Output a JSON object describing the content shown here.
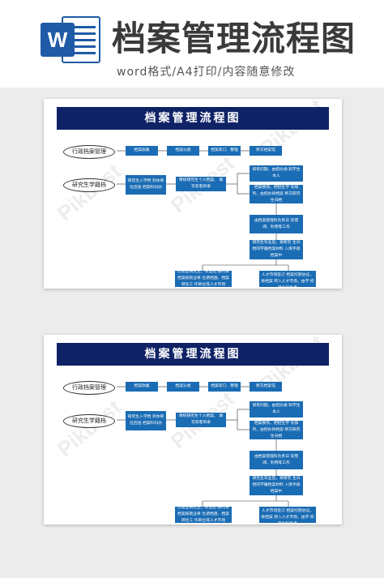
{
  "header": {
    "app_icon": "word-icon",
    "app_letter": "W",
    "title": "档案管理流程图",
    "subtitle": "word格式/A4打印/内容随意修改"
  },
  "document": {
    "banner": "档案管理流程图",
    "watermark": "Pikbest",
    "nodes": {
      "oval_admin": "行政档案管理",
      "oval_student": "研究生学籍档",
      "a1": "档案收集",
      "a2": "档案分类",
      "a3": "档案装订、整理",
      "a4": "移交档案馆",
      "s1": "研究生入学档 到本单位后送 档案科归办",
      "s2": "审核研究生个人档案、 填写装卷目录",
      "r1": "如有问题，由招办通 知学生本人",
      "r2": "档案换领，把招生学 号排列，由招办将档案 移交研究生归档",
      "r3": "由档案管理科负责日 常借阅、利用等工作",
      "r4": "研究生毕业后，将研究 生归档的学籍档案材料 入库手续档案中",
      "b1": "已就业研究生，毕业后 按时将档案按就业单 位调档函、档案转往工 作单位或人才市场",
      "b2": "未就业研究生，应及时 与各地人才市场签订 档案托管协议，将档案 转入人才市场，由学 校就业科负责"
    }
  }
}
